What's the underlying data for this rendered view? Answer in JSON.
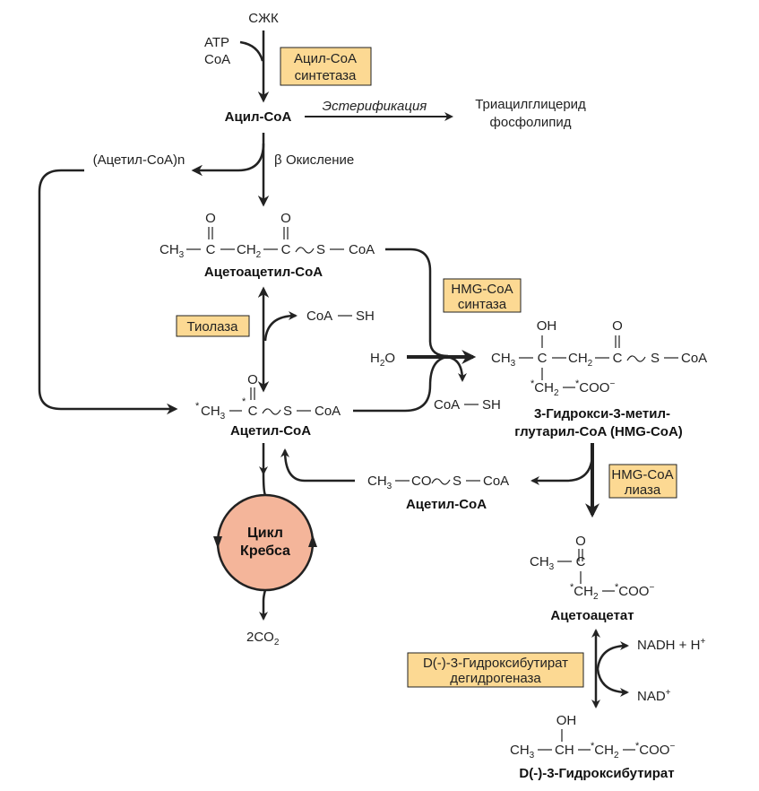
{
  "top": {
    "ffa": "СЖК",
    "atp": "ATP",
    "coa": "CoA",
    "enzyme_acyl_coa_synthetase": [
      "Ацил-CoA",
      "синтетаза"
    ],
    "acyl_coa": "Ацил-CoA",
    "esterification": "Эстерификация",
    "products": [
      "Триацилглицерид",
      "фосфолипид"
    ]
  },
  "beta_oxidation": {
    "label": "Окисление",
    "beta_symbol": "β",
    "acetyl_coa_n": "(Ацетил-CoA)n"
  },
  "acetoacetyl_coa": {
    "name": "Ацетоацетил-CoA",
    "formula_parts": [
      "CH",
      "3",
      "C",
      "CH",
      "2",
      "C",
      "S",
      "CoA"
    ],
    "oxygen": "O"
  },
  "thiolase": {
    "enzyme": "Тиолаза",
    "released": [
      "CoA",
      "SH"
    ]
  },
  "acetyl_coa": {
    "name": "Ацетил-CoA",
    "asterisk": "*",
    "parts": [
      "CH",
      "3",
      "C",
      "S",
      "CoA"
    ],
    "oxygen": "O"
  },
  "hmg_synthase": {
    "enzyme": [
      "HMG-CoA",
      "синтаза"
    ],
    "water": [
      "H",
      "2",
      "O"
    ],
    "released": [
      "CoA",
      "SH"
    ]
  },
  "hmg_coa": {
    "name_line1": "3-Гидрокси-3-метил-",
    "name_line2": "глутарил-CoA (HMG-CoA)",
    "oh": "OH",
    "oxygen": "O",
    "parts": [
      "CH",
      "3",
      "C",
      "CH",
      "2",
      "C",
      "S",
      "CoA"
    ],
    "side_chain": [
      "*",
      "CH",
      "2",
      "*",
      "COO",
      "−"
    ]
  },
  "hmg_lyase": {
    "enzyme": [
      "HMG-CoA",
      "лиаза"
    ],
    "acetyl_coa_formula": [
      "CH",
      "3",
      "CO",
      "S",
      "CoA"
    ],
    "acetyl_coa_name": "Ацетил-CoA"
  },
  "krebs": {
    "label": [
      "Цикл",
      "Кребса"
    ],
    "product": [
      "2CO",
      "2"
    ],
    "fill_color": "#f4b59a"
  },
  "acetoacetate": {
    "name": "Ацетоацетат",
    "oxygen": "O",
    "parts": [
      "CH",
      "3",
      "C"
    ],
    "side_chain": [
      "*",
      "CH",
      "2",
      "*",
      "COO",
      "−"
    ]
  },
  "bhb_dehydrogenase": {
    "enzyme": [
      "D(-)-3-Гидроксибутират",
      "дегидрогеназа"
    ],
    "nadh": [
      "NADH + H",
      "+"
    ],
    "nad": [
      "NAD",
      "+"
    ]
  },
  "hydroxybutyrate": {
    "name": "D(-)-3-Гидроксибутират",
    "oh": "OH",
    "parts": [
      "CH",
      "3",
      "CH",
      "*",
      "CH",
      "2",
      "*",
      "COO",
      "−"
    ]
  },
  "colors": {
    "enzyme_box": "#fcd993",
    "line": "#222222"
  }
}
